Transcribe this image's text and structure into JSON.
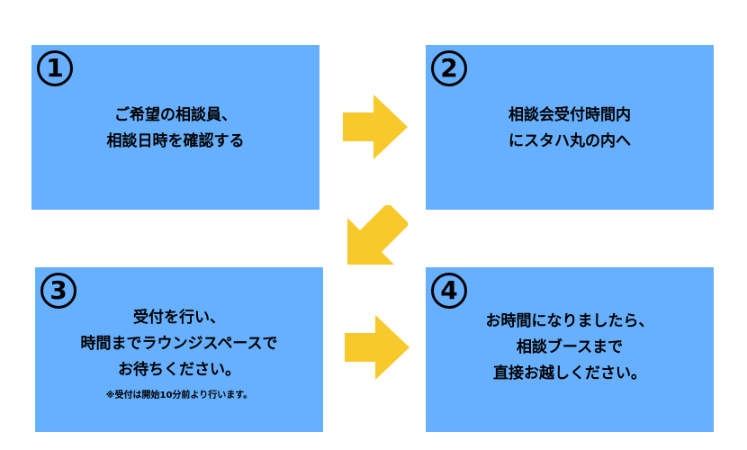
{
  "steps": [
    {
      "number": "1",
      "lines": [
        "ご希望の相談員、",
        "相談日時を確認する"
      ]
    },
    {
      "number": "2",
      "lines": [
        "相談会受付時間内",
        "にスタハ丸の内へ"
      ]
    },
    {
      "number": "3",
      "lines": [
        "受付を行い、",
        "時間までラウンジスペースで",
        "お待ちください。"
      ],
      "note": "※受付は開始10分前より行います。"
    },
    {
      "number": "4",
      "lines": [
        "お時間になりましたら、",
        "相談ブースまで",
        "直接お越しください。"
      ]
    }
  ],
  "colors": {
    "box": "#66b0ff",
    "arrow": "#f7c92a"
  }
}
